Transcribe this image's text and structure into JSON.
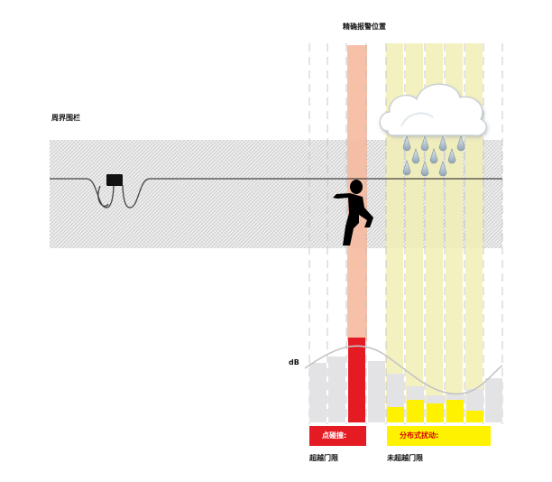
{
  "labels": {
    "precise_location": "精确报警位置",
    "perimeter_fence": "周界围栏",
    "db": "dB",
    "point_hit": "点碰撞:",
    "distributed_disturbance": "分布式扰动:",
    "over_threshold": "超越门限",
    "under_threshold": "未超越门限"
  },
  "colors": {
    "alert_red": "#e51b24",
    "alert_band": "#f6b9a0",
    "weather_band": "#f2eeb6",
    "yellow": "#fff200",
    "bar_gray": "#e3e3e5",
    "fence_hatch": "#d4d4d4"
  },
  "icons": [
    "sensor-box-icon",
    "intruder-icon",
    "rain-cloud-icon"
  ]
}
